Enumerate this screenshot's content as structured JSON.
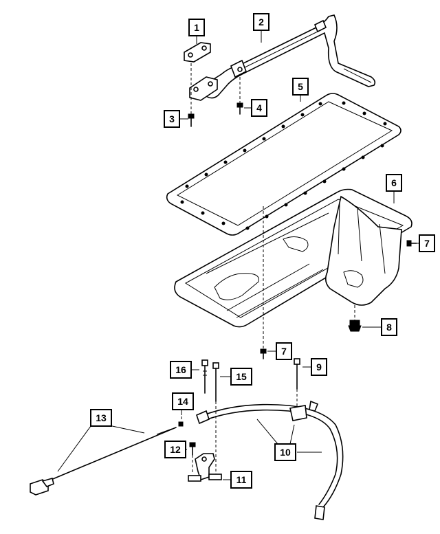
{
  "callouts": [
    {
      "label": "1"
    },
    {
      "label": "2"
    },
    {
      "label": "3"
    },
    {
      "label": "4"
    },
    {
      "label": "5"
    },
    {
      "label": "6"
    },
    {
      "label": "7"
    },
    {
      "label": "7"
    },
    {
      "label": "8"
    },
    {
      "label": "9"
    },
    {
      "label": "10"
    },
    {
      "label": "11"
    },
    {
      "label": "12"
    },
    {
      "label": "13"
    },
    {
      "label": "14"
    },
    {
      "label": "15"
    },
    {
      "label": "16"
    }
  ],
  "colors": {
    "line": "#000000",
    "background": "#ffffff"
  }
}
